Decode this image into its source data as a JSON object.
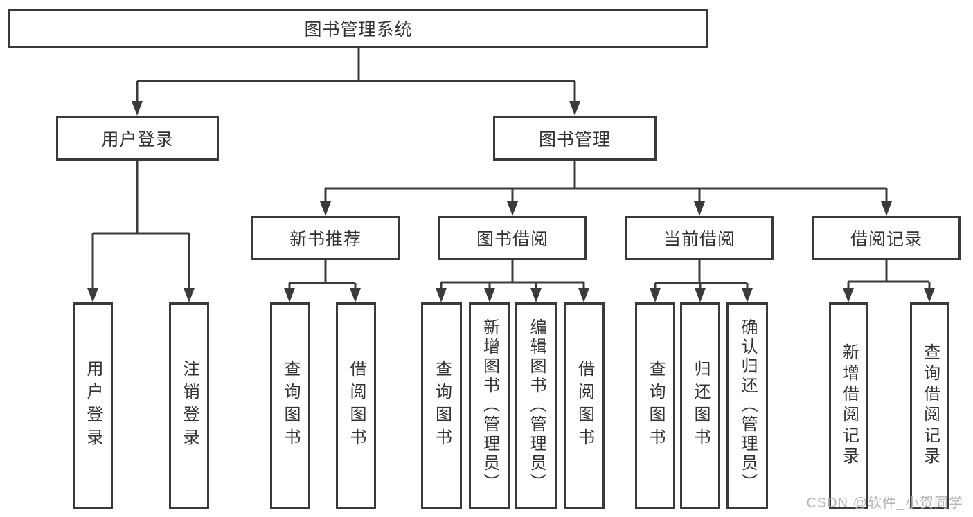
{
  "colors": {
    "line": "#3a3a3a",
    "node_border": "#3a3a3a",
    "text": "#333333",
    "watermark": "#b4b4b4",
    "background": "#ffffff"
  },
  "diagram": {
    "root": {
      "label": "图书管理系统",
      "children": [
        {
          "label": "用户登录",
          "children": [
            {
              "label": "用户登录"
            },
            {
              "label": "注销登录"
            }
          ]
        },
        {
          "label": "图书管理",
          "children": [
            {
              "label": "新书推荐",
              "children": [
                {
                  "label": "查询图书"
                },
                {
                  "label": "借阅图书"
                }
              ]
            },
            {
              "label": "图书借阅",
              "children": [
                {
                  "label": "查询图书"
                },
                {
                  "label": "新增图书（管理员）"
                },
                {
                  "label": "编辑图书（管理员）"
                },
                {
                  "label": "借阅图书"
                }
              ]
            },
            {
              "label": "当前借阅",
              "children": [
                {
                  "label": "查询图书"
                },
                {
                  "label": "归还图书"
                },
                {
                  "label": "确认归还（管理员）"
                }
              ]
            },
            {
              "label": "借阅记录",
              "children": [
                {
                  "label": "新增借阅记录"
                },
                {
                  "label": "查询借阅记录"
                }
              ]
            }
          ]
        }
      ]
    }
  },
  "watermark": {
    "text": "CSDN @软件_小贺同学"
  }
}
